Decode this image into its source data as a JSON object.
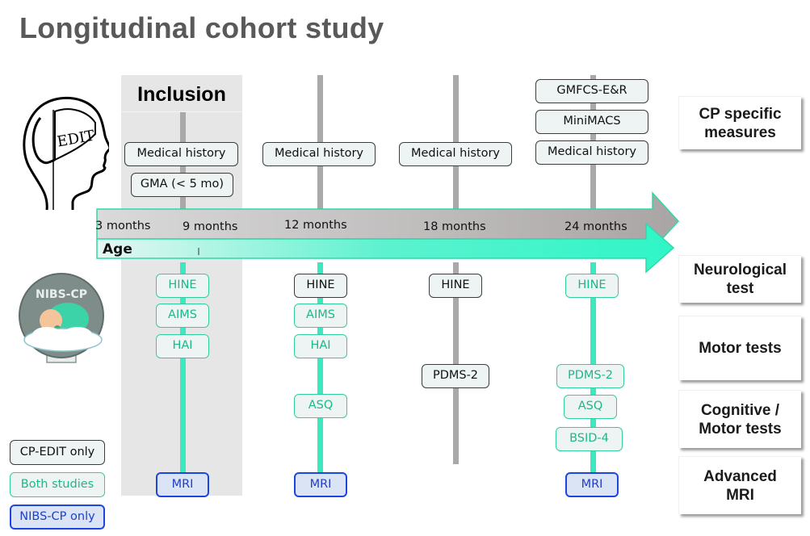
{
  "title": "Longitudinal cohort study",
  "inclusion_label": "Inclusion",
  "timeline": {
    "axis_label": "Age",
    "time_points": [
      "3 months",
      "9 months",
      "12 months",
      "18 months",
      "24 months"
    ]
  },
  "logos": {
    "cp_edit": {
      "name": "CP-EDIT",
      "letters": "EDIT"
    },
    "nibs_cp": {
      "name": "NIBS-CP",
      "text": "NIBS-CP"
    }
  },
  "categories": [
    "CP specific\nmeasures",
    "Neurological\ntest",
    "Motor tests",
    "Cognitive /\nMotor tests",
    "Advanced\nMRI"
  ],
  "legend": {
    "cp_edit_only": "CP-EDIT only",
    "both_studies": "Both studies",
    "nibs_cp_only": "NIBS-CP only"
  },
  "colors": {
    "cp_edit_only": "#3c3c3c",
    "both_studies": "#2fcf9c",
    "nibs_cp_only": "#1f45e0",
    "arrow_gray": "#b5b0b0",
    "arrow_teal": "#33f5c9"
  },
  "columns": {
    "inclusion": {
      "cp_specific": [
        "Medical history",
        "GMA (< 5 mo)"
      ],
      "neuro": "HINE",
      "motor": [
        "AIMS",
        "HAI"
      ],
      "mri": "MRI"
    },
    "m12": {
      "cp_specific": [
        "Medical history"
      ],
      "neuro": "HINE",
      "motor": [
        "AIMS",
        "HAI"
      ],
      "cognitive": [
        "ASQ"
      ],
      "mri": "MRI"
    },
    "m18": {
      "cp_specific": [
        "Medical history"
      ],
      "neuro": "HINE",
      "motor": [
        "PDMS-2"
      ]
    },
    "m24": {
      "cp_specific": [
        "GMFCS-E&R",
        "MiniMACS",
        "Medical history"
      ],
      "neuro": "HINE",
      "motor": [
        "PDMS-2"
      ],
      "cognitive": [
        "ASQ",
        "BSID-4"
      ],
      "mri": "MRI"
    }
  }
}
